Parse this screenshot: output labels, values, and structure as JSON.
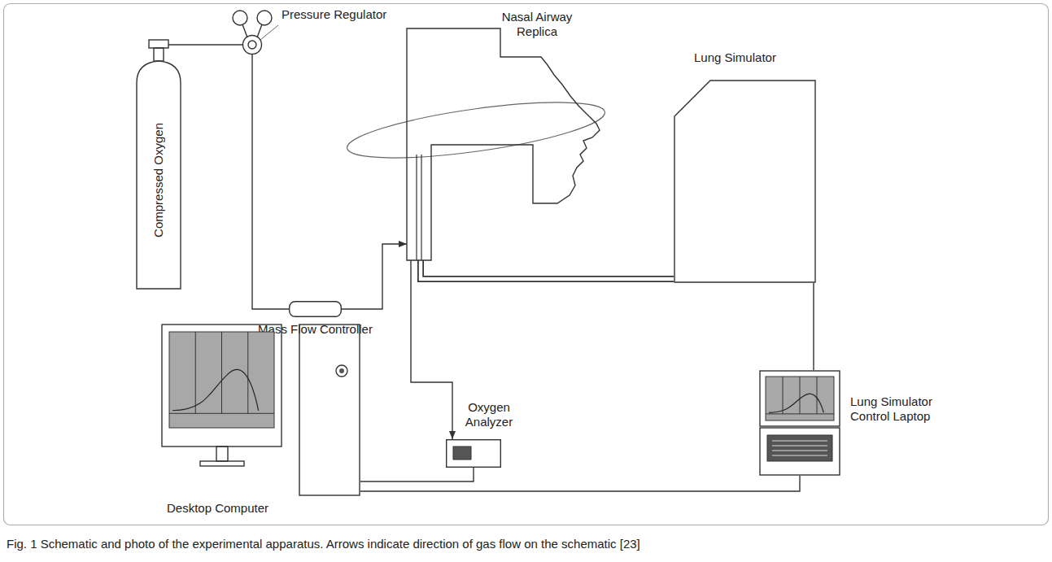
{
  "diagram": {
    "caption": "Fig. 1 Schematic and photo of the experimental apparatus. Arrows indicate direction of gas flow on the schematic [23]",
    "nodes": [
      {
        "text": [
          "Compressed Oxygen"
        ]
      },
      {
        "text": [
          "Pressure Regulator"
        ]
      },
      {
        "text": [
          "Mass Flow Controller"
        ]
      },
      {
        "text": [
          "Nasal Airway Replica"
        ]
      },
      {
        "text": [
          "Lung Simulator"
        ]
      },
      {
        "text": [
          "Oxygen Analyzer"
        ]
      },
      {
        "text": [
          "Lung Simulator Control Laptop"
        ]
      },
      {
        "text": [
          "Desktop Computer"
        ]
      }
    ],
    "edges": [
      {
        "from": 0,
        "to": 1,
        "arrow": "none"
      },
      {
        "from": 1,
        "to": 2,
        "arrow": "none"
      },
      {
        "from": 2,
        "to": 3,
        "arrow": "to"
      },
      {
        "from": 3,
        "to": 4,
        "arrow": "none"
      },
      {
        "from": 3,
        "to": 5,
        "arrow": "to"
      },
      {
        "from": 5,
        "to": 7,
        "arrow": "none"
      },
      {
        "from": 7,
        "to": 6,
        "arrow": "none"
      },
      {
        "from": 4,
        "to": 6,
        "arrow": "none"
      }
    ]
  }
}
